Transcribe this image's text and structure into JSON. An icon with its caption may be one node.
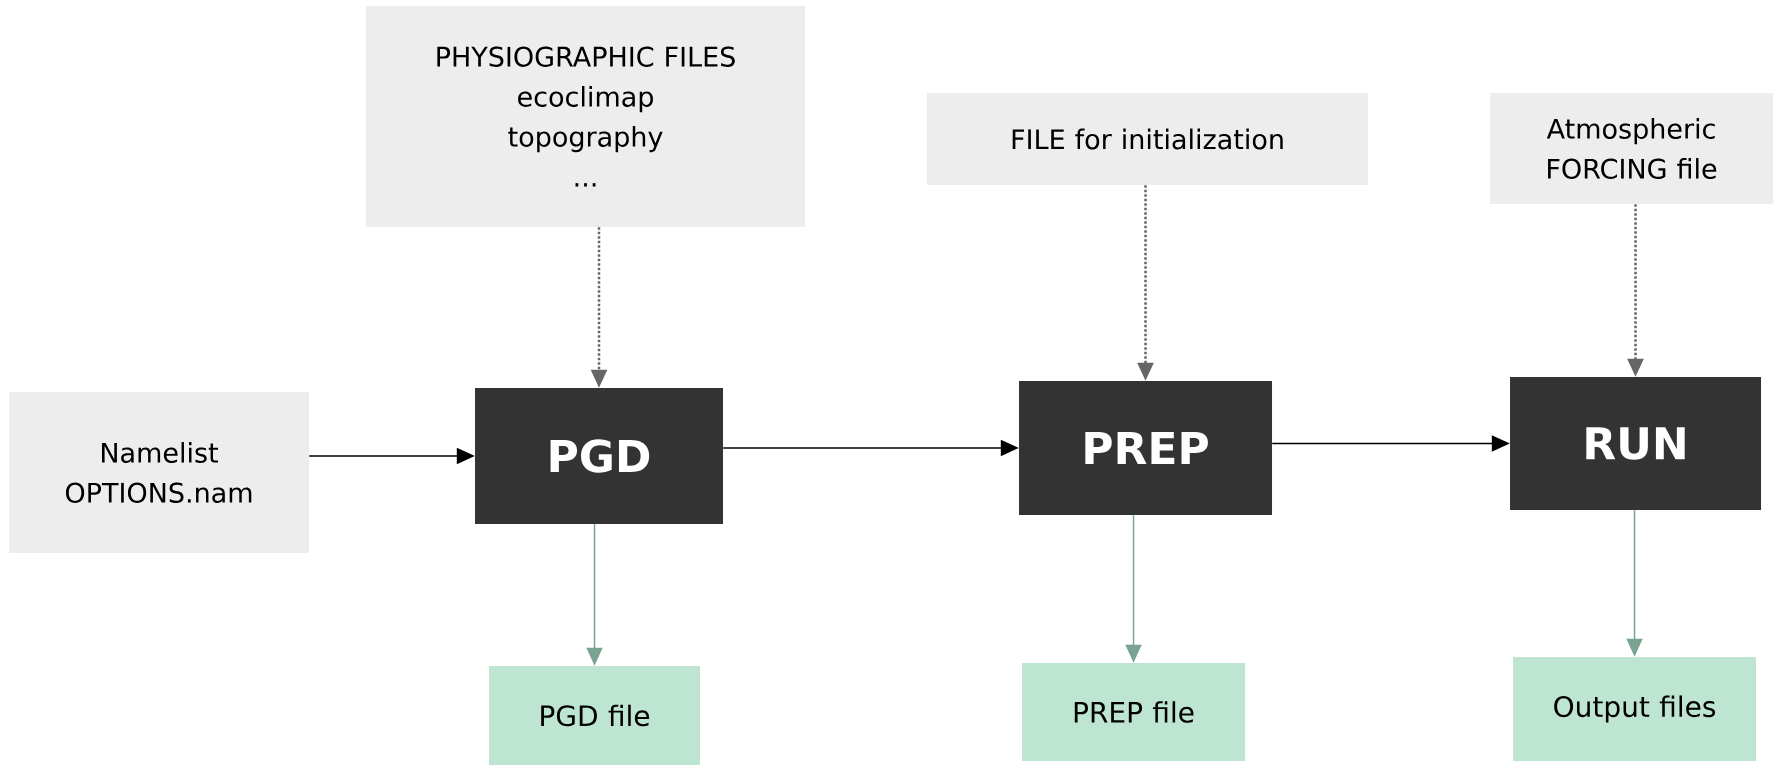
{
  "diagram": {
    "nodes": [
      {
        "text": [
          "PHYSIOGRAPHIC FILES",
          "ecoclimap",
          "topography",
          "..."
        ]
      },
      {
        "text": [
          "FILE for initialization"
        ]
      },
      {
        "text": [
          "Atmospheric FORCING file"
        ]
      },
      {
        "text": [
          "Namelist OPTIONS.nam"
        ]
      },
      {
        "text": [
          "PGD"
        ]
      },
      {
        "text": [
          "PREP"
        ]
      },
      {
        "text": [
          "RUN"
        ]
      },
      {
        "text": [
          "PGD file"
        ]
      },
      {
        "text": [
          "PREP file"
        ]
      },
      {
        "text": [
          "Output files"
        ]
      }
    ],
    "edges": [
      {
        "from": 0,
        "to": 4,
        "arrow": "to",
        "style": "dashed",
        "color": "#666666"
      },
      {
        "from": 1,
        "to": 5,
        "arrow": "to",
        "style": "dashed",
        "color": "#666666"
      },
      {
        "from": 2,
        "to": 6,
        "arrow": "to",
        "style": "dashed",
        "color": "#666666"
      },
      {
        "from": 3,
        "to": 4,
        "arrow": "to",
        "color": "#000000"
      },
      {
        "from": 4,
        "to": 5,
        "arrow": "to",
        "color": "#000000"
      },
      {
        "from": 5,
        "to": 6,
        "arrow": "to",
        "color": "#000000"
      },
      {
        "from": 4,
        "to": 7,
        "arrow": "to",
        "color": "#7aa392"
      },
      {
        "from": 5,
        "to": 8,
        "arrow": "to",
        "color": "#7aa392"
      },
      {
        "from": 6,
        "to": 9,
        "arrow": "to",
        "color": "#7aa392"
      }
    ]
  }
}
